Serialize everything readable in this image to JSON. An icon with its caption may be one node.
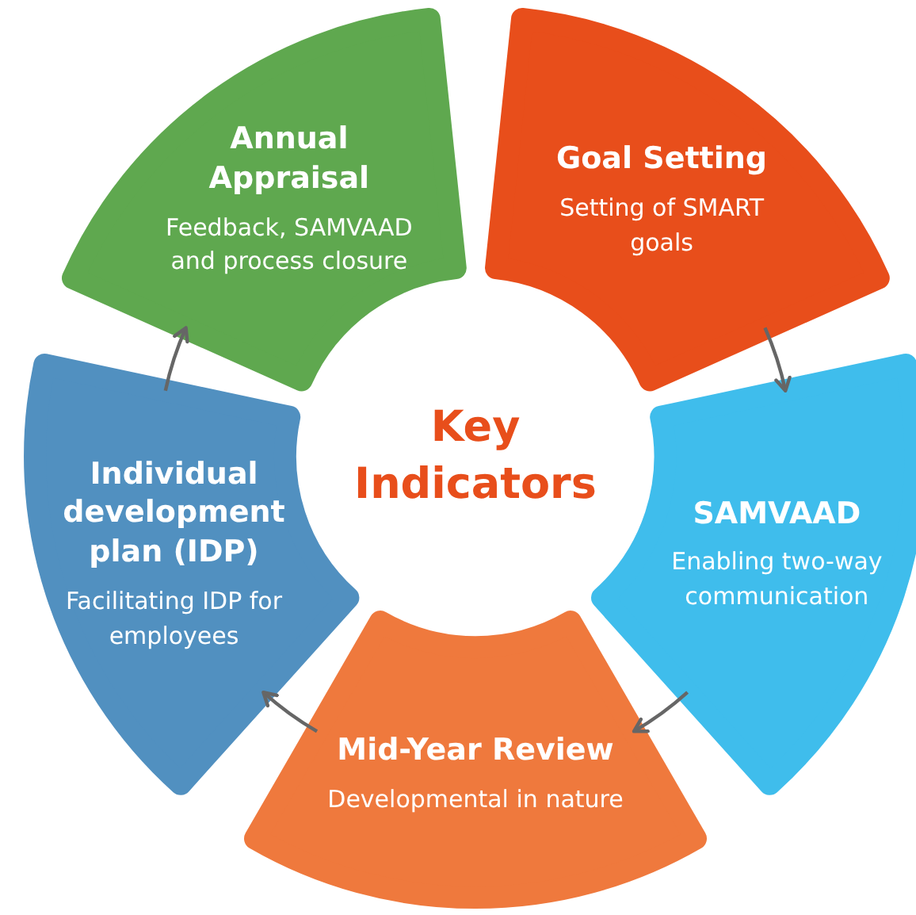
{
  "diagram": {
    "nodes": [
      {
        "text": [
          "Annual Appraisal",
          "Feedback, SAMVAAD and process closure"
        ]
      },
      {
        "text": [
          "Goal Setting",
          "Setting of SMART goals"
        ]
      },
      {
        "text": [
          "Key Indicators"
        ]
      },
      {
        "text": [
          "Individual development plan (IDP)",
          "Facilitating IDP for employees"
        ]
      },
      {
        "text": [
          "SAMVAAD",
          "Enabling two-way communication"
        ]
      },
      {
        "text": [
          "Mid-Year Review",
          "Developmental in nature"
        ]
      }
    ],
    "edges": [
      {
        "from": 1,
        "to": 4,
        "arrow": "to"
      },
      {
        "from": 4,
        "to": 5,
        "arrow": "to"
      },
      {
        "from": 5,
        "to": 3,
        "arrow": "to"
      },
      {
        "from": 3,
        "to": 0,
        "arrow": "to"
      }
    ]
  }
}
